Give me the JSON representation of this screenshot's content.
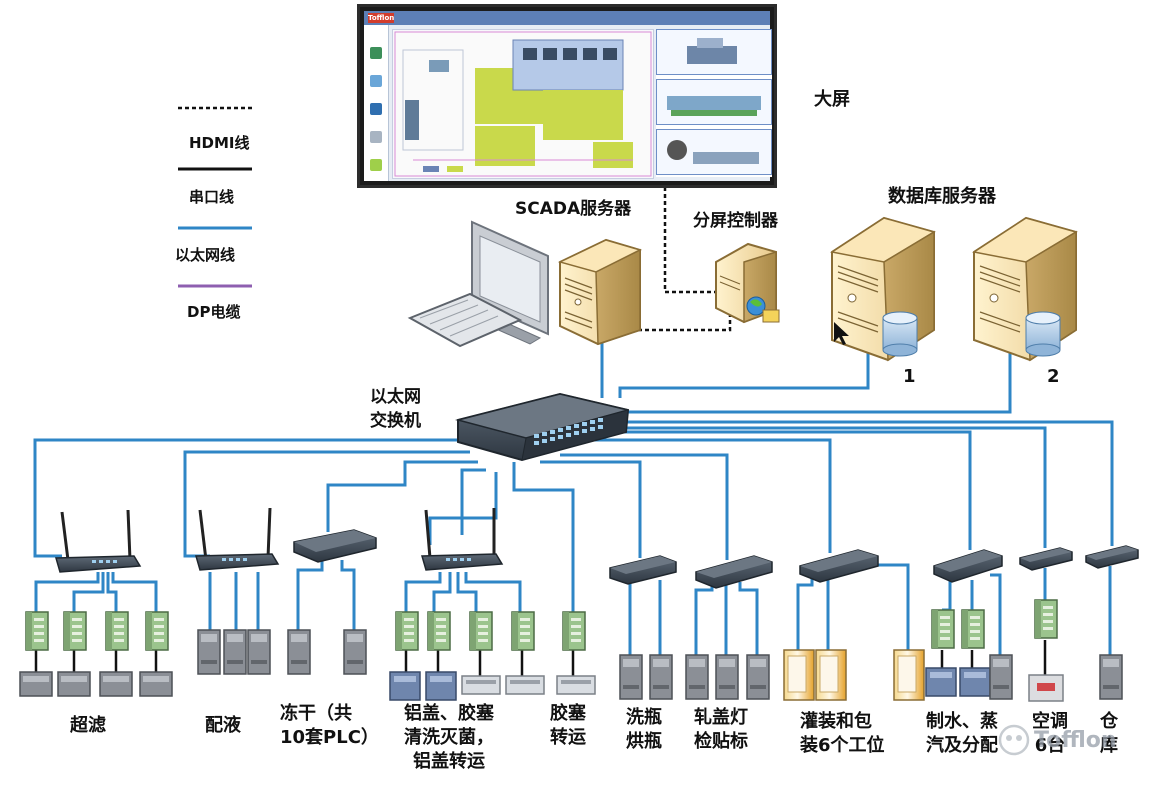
{
  "legend": {
    "hdmi": "HDMI线",
    "serial": "串口线",
    "ethernet": "以太网线",
    "dp": "DP电缆"
  },
  "big_screen": {
    "label": "大屏",
    "logo": "Tofflon"
  },
  "scada_server": {
    "label": "SCADA服务器"
  },
  "split_controller": {
    "label": "分屏控制器"
  },
  "db_servers": {
    "label": "数据库服务器",
    "server1": "1",
    "server2": "2"
  },
  "switch": {
    "label_line1": "以太网",
    "label_line2": "交换机"
  },
  "groups": [
    {
      "id": "ultrafiltration",
      "label": "超滤"
    },
    {
      "id": "dispensing",
      "label": "配液"
    },
    {
      "id": "freeze-dry",
      "label": "冻干（共\n10套PLC）"
    },
    {
      "id": "cap-stopper",
      "label": "铝盖、胶塞\n清洗灭菌，\n铝盖转运"
    },
    {
      "id": "stopper-transfer",
      "label": "胶塞\n转运"
    },
    {
      "id": "wash-bake",
      "label": "洗瓶\n烘瓶"
    },
    {
      "id": "crimp-inspect",
      "label": "轧盖灯\n检贴标"
    },
    {
      "id": "filling-packing",
      "label": "灌装和包\n装6个工位"
    },
    {
      "id": "water-steam",
      "label": "制水、蒸\n汽及分配"
    },
    {
      "id": "hvac",
      "label": "空调\n6台"
    },
    {
      "id": "warehouse",
      "label": "仓\n库"
    }
  ],
  "watermark": "Tofflon",
  "colors": {
    "ethernet": "#2f86c6",
    "serial": "#111111",
    "dp": "#8e5fb0",
    "plc_green": "#9bc48d",
    "device_gray": "#8b8f96",
    "switch_dark": "#3f4a56"
  }
}
